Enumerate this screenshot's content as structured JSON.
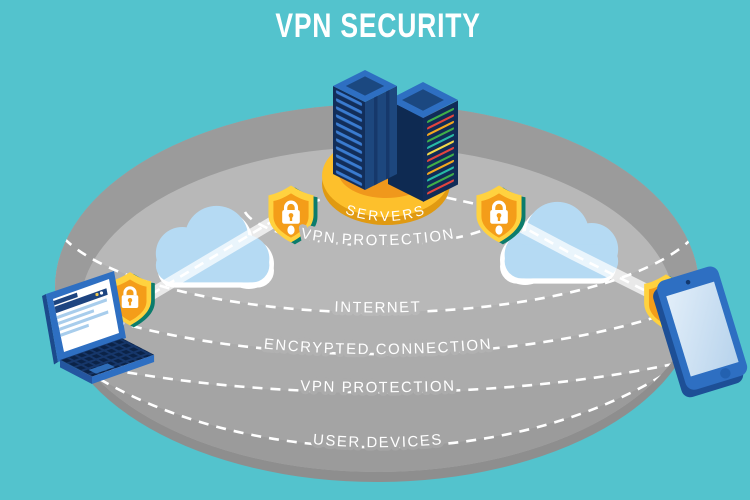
{
  "title": "VPN SECURITY",
  "platform": {
    "label": "SERVERS"
  },
  "rings": [
    {
      "label": "VPN PROTECTION"
    },
    {
      "label": "INTERNET"
    },
    {
      "label": "ENCRYPTED CONNECTION"
    },
    {
      "label": "VPN PROTECTION"
    },
    {
      "label": "USER DEVICES"
    }
  ],
  "icons": {
    "servers": "server-towers-icon",
    "shield": "shield-lock-icon",
    "padlock": "padlock-icon",
    "cloud": "cloud-icon",
    "laptop": "laptop-icon",
    "smartphone": "smartphone-icon"
  },
  "colors": {
    "background": "#53c3cd",
    "title_text": "#ffffff",
    "disc_light": "#b8b8b8",
    "disc_outer_band": "#9b9b9b",
    "disc_rim": "#8e8e8e",
    "band_user_devices": "#a4a4a4",
    "band_vpn_protection": "#ababab",
    "band_encrypted": "#b1b1b1",
    "ring_dash": "#ffffff",
    "label_text": "#ffffff",
    "platform_gold": "#fdc02c",
    "platform_gold_dark": "#e09a12",
    "platform_top_orange": "#f0981c",
    "server_navy": "#122e5a",
    "server_blue": "#1d477e",
    "server_blue_bright": "#2e6fc2",
    "cable_green": "#3fae49",
    "cable_red": "#e2453e",
    "cable_orange": "#f2a71f",
    "cable_teal": "#27b9a5",
    "cable_yellow": "#f2d949",
    "cloud_blue": "#b5daf3",
    "cloud_outline": "#ffffff",
    "shield_back_teal": "#0b7c6c",
    "shield_rim_yellow": "#ffd23f",
    "shield_body_orange": "#f49d19",
    "lock_white": "#ffffff",
    "device_frame_blue": "#2e6fc2",
    "device_dark_blue": "#16376b",
    "screen_white": "#ffffff",
    "screen_light_blue": "#cfe3f5",
    "screen_content_blue": "#a8cdec",
    "screen_header_navy": "#1d4480"
  }
}
